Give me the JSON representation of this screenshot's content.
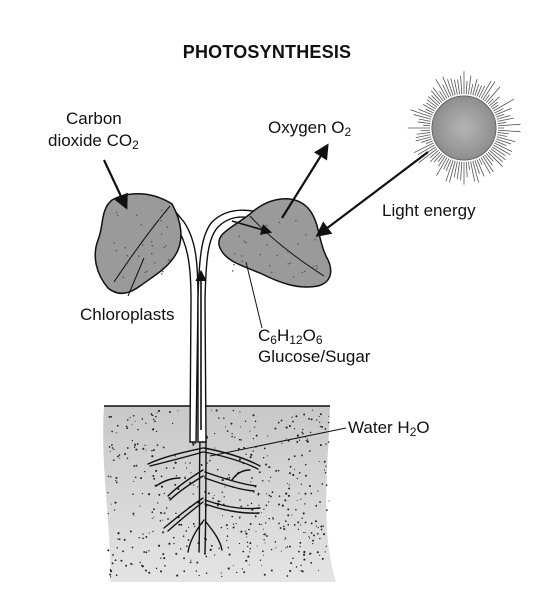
{
  "title": "PHOTOSYNTHESIS",
  "labels": {
    "carbon_line1": "Carbon",
    "carbon_line2": "dioxide CO",
    "carbon_sub": "2",
    "oxygen": "Oxygen O",
    "oxygen_sub": "2",
    "light": "Light energy",
    "chloroplasts": "Chloroplasts",
    "glucose_c": "C",
    "glucose_c_sub": "6",
    "glucose_h": "H",
    "glucose_h_sub": "12",
    "glucose_o": "O",
    "glucose_o_sub": "6",
    "glucose_name": "Glucose/Sugar",
    "water": "Water H",
    "water_sub": "2",
    "water_o": "O"
  },
  "colors": {
    "leaf_fill": "#9a9a9a",
    "soil_fill": "#d2d2d2",
    "sun_fill": "#a8a8a8",
    "ink": "#111111"
  }
}
